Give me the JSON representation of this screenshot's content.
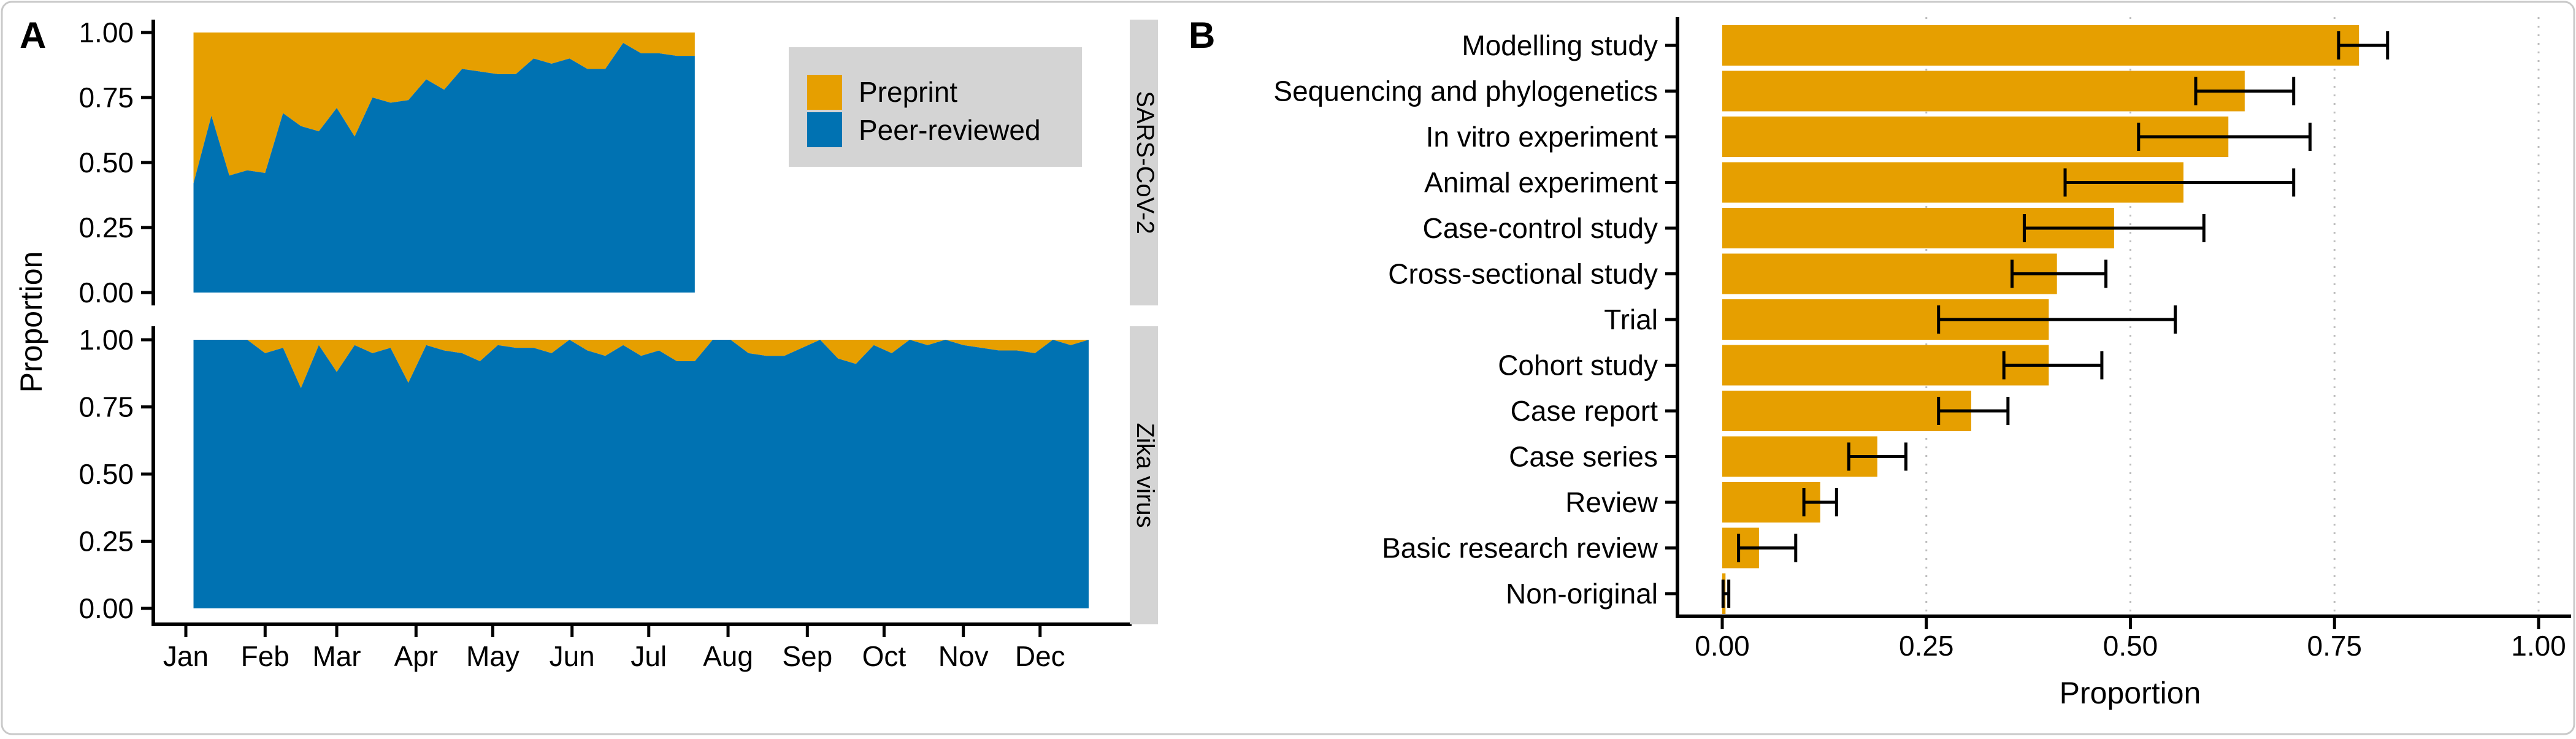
{
  "panels": {
    "a": {
      "label": "A",
      "y_axis_title": "Proportion"
    },
    "b": {
      "label": "B",
      "x_axis_title": "Proportion"
    }
  },
  "legend": {
    "items": [
      {
        "id": "preprint",
        "label": "Preprint"
      },
      {
        "id": "peer_reviewed",
        "label": "Peer-reviewed"
      }
    ]
  },
  "colors": {
    "preprint": "#E69F00",
    "peer_reviewed": "#0072B2",
    "strip_background": "#D4D4D4",
    "legend_background": "#D4D4D4",
    "axis": "#000000",
    "gridline": "#BDBDBD",
    "figure_border": "#C9C9C9"
  },
  "chart_data": [
    {
      "id": "preprint-vs-peer-reviewed-over-time",
      "type": "area",
      "stacked": true,
      "ylabel": "Proportion",
      "ylim": [
        0,
        1
      ],
      "y_tick_values": [
        0,
        0.25,
        0.5,
        0.75,
        1
      ],
      "y_tick_labels": [
        "0.00",
        "0.25",
        "0.50",
        "0.75",
        "1.00"
      ],
      "x_tick_days": [
        0,
        31,
        59,
        90,
        120,
        151,
        181,
        212,
        243,
        273,
        304,
        334
      ],
      "x_tick_labels": [
        "Jan",
        "Feb",
        "Mar",
        "Apr",
        "May",
        "Jun",
        "Jul",
        "Aug",
        "Sep",
        "Oct",
        "Nov",
        "Dec"
      ],
      "series_labels": [
        "Preprint",
        "Peer-reviewed"
      ],
      "legend_position": "top-right-inset",
      "facets": [
        {
          "label": "SARS-CoV-2",
          "start_day": 3,
          "interval_days": 7,
          "peer_reviewed_proportion": [
            0.42,
            0.68,
            0.45,
            0.47,
            0.46,
            0.69,
            0.64,
            0.62,
            0.71,
            0.6,
            0.75,
            0.73,
            0.74,
            0.82,
            0.78,
            0.86,
            0.85,
            0.84,
            0.84,
            0.9,
            0.88,
            0.9,
            0.86,
            0.86,
            0.96,
            0.92,
            0.92,
            0.91,
            0.91
          ]
        },
        {
          "label": "Zika virus",
          "start_day": 3,
          "interval_days": 7,
          "peer_reviewed_proportion": [
            1,
            1,
            1,
            1,
            0.95,
            0.97,
            0.82,
            0.98,
            0.88,
            0.98,
            0.95,
            0.97,
            0.84,
            0.98,
            0.96,
            0.95,
            0.92,
            0.98,
            0.97,
            0.97,
            0.95,
            1,
            0.96,
            0.94,
            0.98,
            0.94,
            0.96,
            0.92,
            0.92,
            1,
            1,
            0.95,
            0.94,
            0.94,
            0.97,
            1,
            0.93,
            0.91,
            0.98,
            0.95,
            1,
            0.98,
            1,
            0.98,
            0.97,
            0.96,
            0.96,
            0.95,
            1,
            0.98,
            1
          ]
        }
      ]
    },
    {
      "id": "preprint-proportion-by-study-type",
      "type": "bar",
      "orientation": "horizontal",
      "xlabel": "Proportion",
      "xlim": [
        0,
        1
      ],
      "x_tick_values": [
        0,
        0.25,
        0.5,
        0.75,
        1
      ],
      "x_tick_labels": [
        "0.00",
        "0.25",
        "0.50",
        "0.75",
        "1.00"
      ],
      "grid": {
        "style": "dotted",
        "at": [
          0.25,
          0.5,
          0.75,
          1
        ]
      },
      "categories": [
        "Modelling study",
        "Sequencing and phylogenetics",
        "In vitro experiment",
        "Animal experiment",
        "Case-control study",
        "Cross-sectional study",
        "Trial",
        "Cohort study",
        "Case report",
        "Case series",
        "Review",
        "Basic research review",
        "Non-original"
      ],
      "values": [
        0.78,
        0.64,
        0.62,
        0.565,
        0.48,
        0.41,
        0.4,
        0.4,
        0.305,
        0.19,
        0.12,
        0.045,
        0.004
      ],
      "ci_low": [
        0.755,
        0.58,
        0.51,
        0.42,
        0.37,
        0.355,
        0.265,
        0.345,
        0.265,
        0.155,
        0.1,
        0.02,
        0.001
      ],
      "ci_high": [
        0.815,
        0.7,
        0.72,
        0.7,
        0.59,
        0.47,
        0.555,
        0.465,
        0.35,
        0.225,
        0.14,
        0.09,
        0.008
      ]
    }
  ]
}
